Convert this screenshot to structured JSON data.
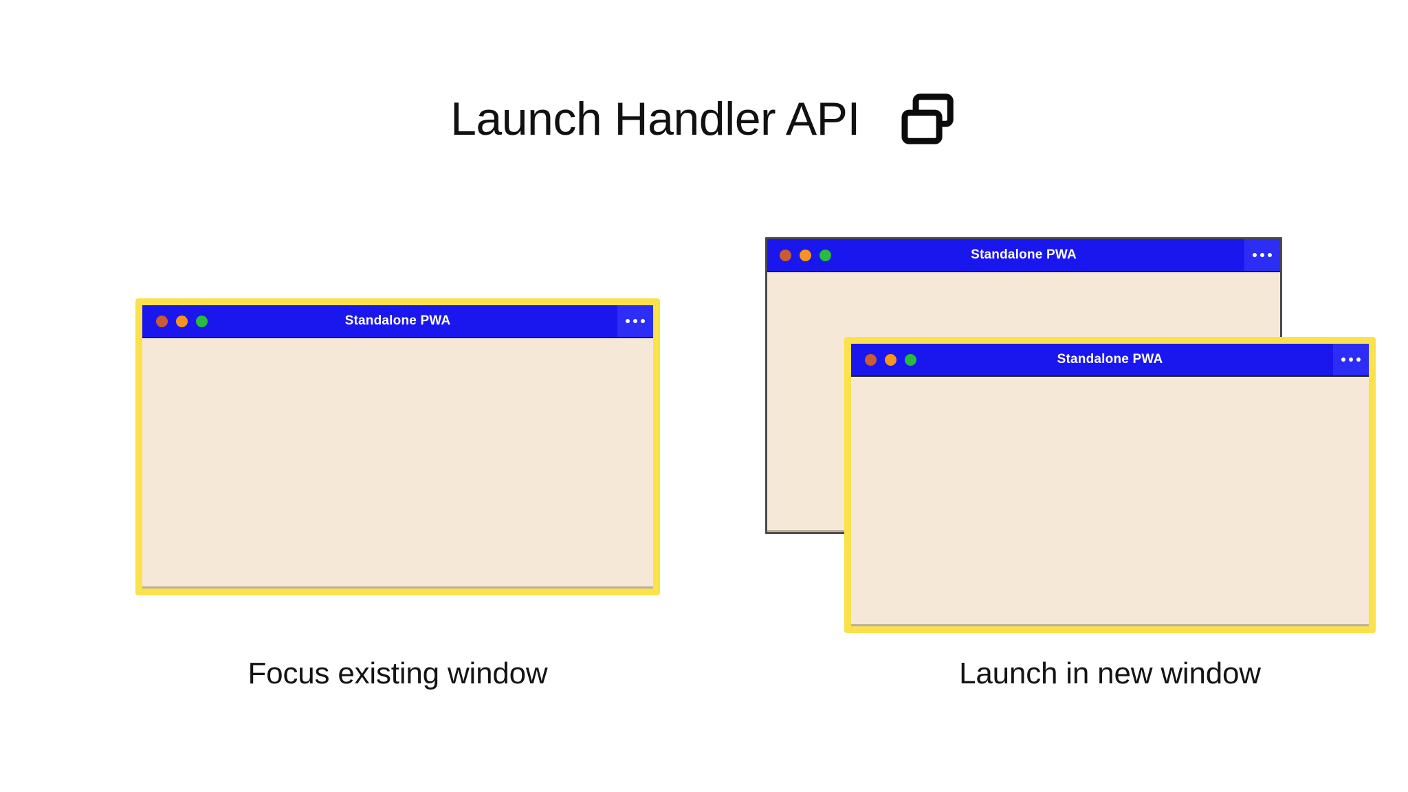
{
  "header": {
    "title": "Launch Handler API",
    "icon": "multiple-windows-icon"
  },
  "colors": {
    "background": "#ffffff",
    "titlebar_blue": "#1a17ee",
    "window_body_cream": "#f6e8d7",
    "highlight_yellow": "#fbe14a",
    "plain_border_gray": "#4a4a4a",
    "dot_red": "#cb5c31",
    "dot_yellow": "#f7941e",
    "dot_green": "#28bb3c",
    "text": "#141414"
  },
  "panels": [
    {
      "id": "focus-existing",
      "caption": "Focus existing window",
      "windows": [
        {
          "id": "focus-window",
          "title": "Standalone PWA",
          "highlighted": true,
          "menu_label": "…",
          "traffic_lights": [
            "close",
            "minimize",
            "maximize"
          ]
        }
      ]
    },
    {
      "id": "launch-new",
      "caption": "Launch in new window",
      "windows": [
        {
          "id": "back-window",
          "title": "Standalone PWA",
          "highlighted": false,
          "menu_label": "…",
          "traffic_lights": [
            "close",
            "minimize",
            "maximize"
          ]
        },
        {
          "id": "new-window",
          "title": "Standalone PWA",
          "highlighted": true,
          "menu_label": "…",
          "traffic_lights": [
            "close",
            "minimize",
            "maximize"
          ]
        }
      ]
    }
  ]
}
